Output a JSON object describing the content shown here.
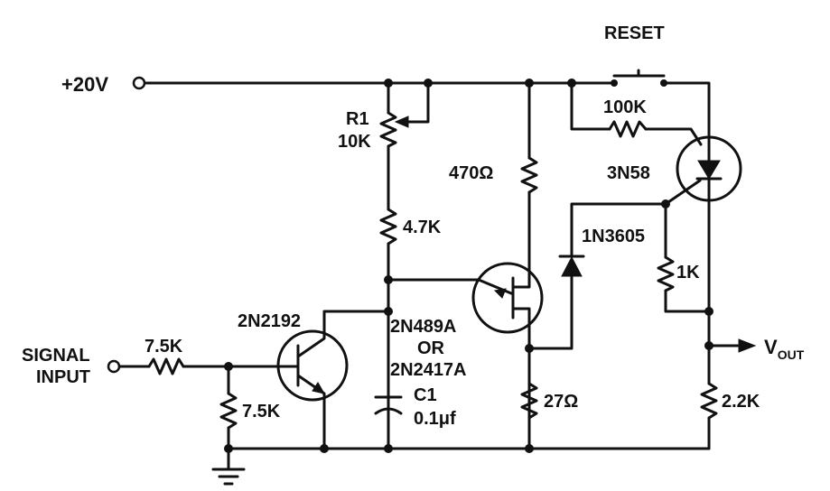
{
  "labels": {
    "reset": "RESET",
    "supply": "+20V",
    "r1_name": "R1",
    "r1_value": "10K",
    "r_4k7": "4.7K",
    "r_470": "470Ω",
    "r_100k": "100K",
    "scr": "3N58",
    "diode": "1N3605",
    "r_1k": "1K",
    "r_27": "27Ω",
    "r_2k2": "2.2K",
    "vout_main": "V",
    "vout_sub": "OUT",
    "signal_line1": "SIGNAL",
    "signal_line2": "INPUT",
    "r_in_series": "7.5K",
    "r_in_shunt": "7.5K",
    "npn": "2N2192",
    "ujt_line1": "2N489A",
    "ujt_line2": "OR",
    "ujt_line3": "2N2417A",
    "cap_name": "C1",
    "cap_value": "0.1μf"
  }
}
